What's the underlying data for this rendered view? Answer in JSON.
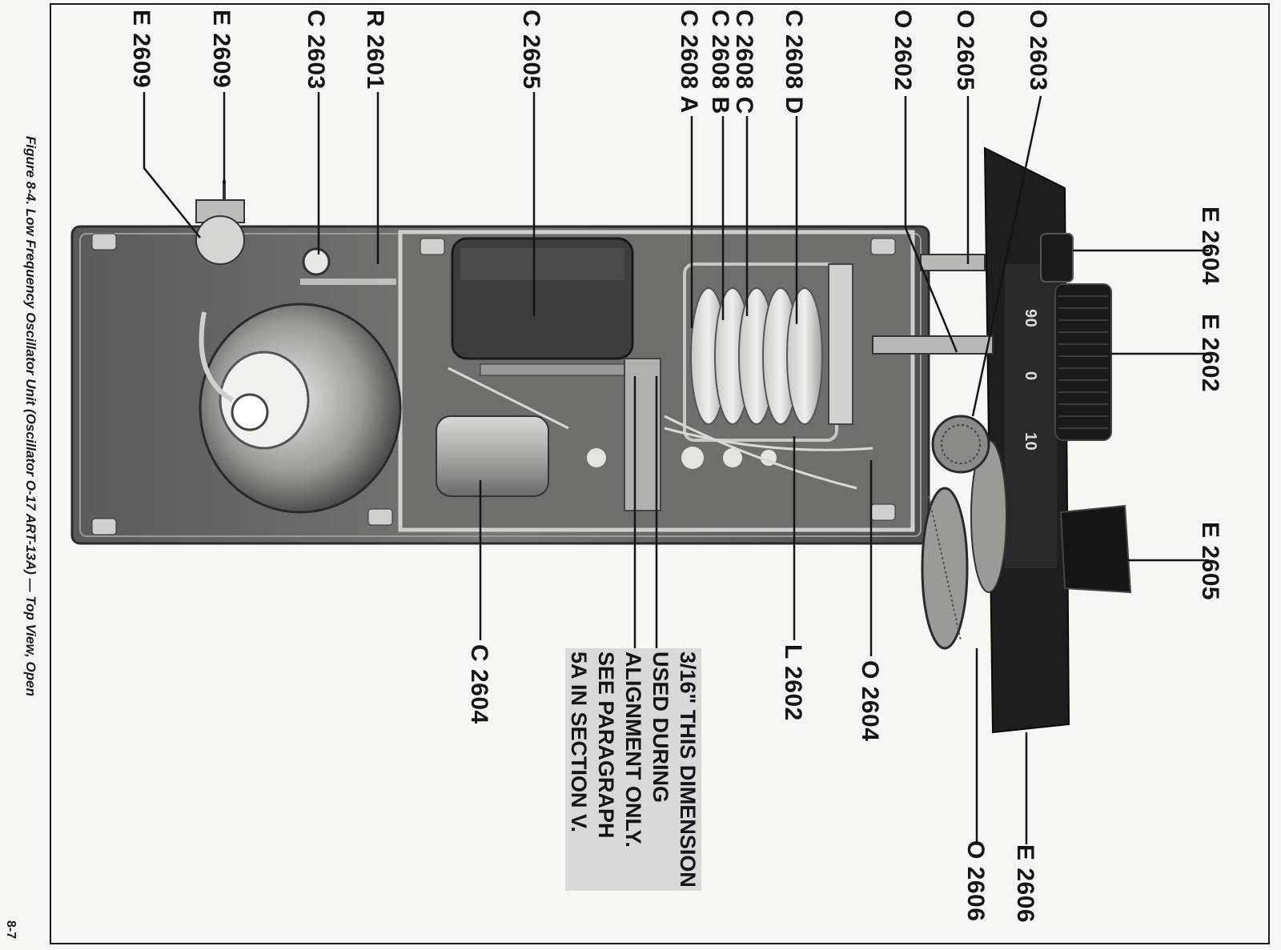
{
  "caption": "Figure 8-4.   Low Frequency Oscillator Unit (Oscillator O-17 ART-13A) — Top View, Open",
  "page_number": "8-7",
  "callouts": {
    "e2609_a": "E 2609",
    "e2609_b": "E 2609",
    "c2603": "C 2603",
    "r2601": "R 2601",
    "c2605": "C 2605",
    "c2608a": "C 2608 A",
    "c2608b": "C 2608 B",
    "c2608c": "C 2608 C",
    "c2608d": "C 2608 D",
    "o2602": "O 2602",
    "o2605": "O 2605",
    "o2603": "O 2603",
    "e2604": "E 2604",
    "e2602": "E 2602",
    "e2605": "E 2605",
    "e2606": "E 2606",
    "o2606": "O 2606",
    "o2604": "O 2604",
    "l2602": "L 2602",
    "c2604": "C 2604"
  },
  "dimension_note": [
    "3/16\" THIS DIMENSION",
    "USED DURING",
    "ALIGNMENT ONLY.",
    "SEE PARAGRAPH",
    "5A IN SECTION V."
  ],
  "dial": {
    "marks": [
      "90",
      "0",
      "10"
    ]
  }
}
